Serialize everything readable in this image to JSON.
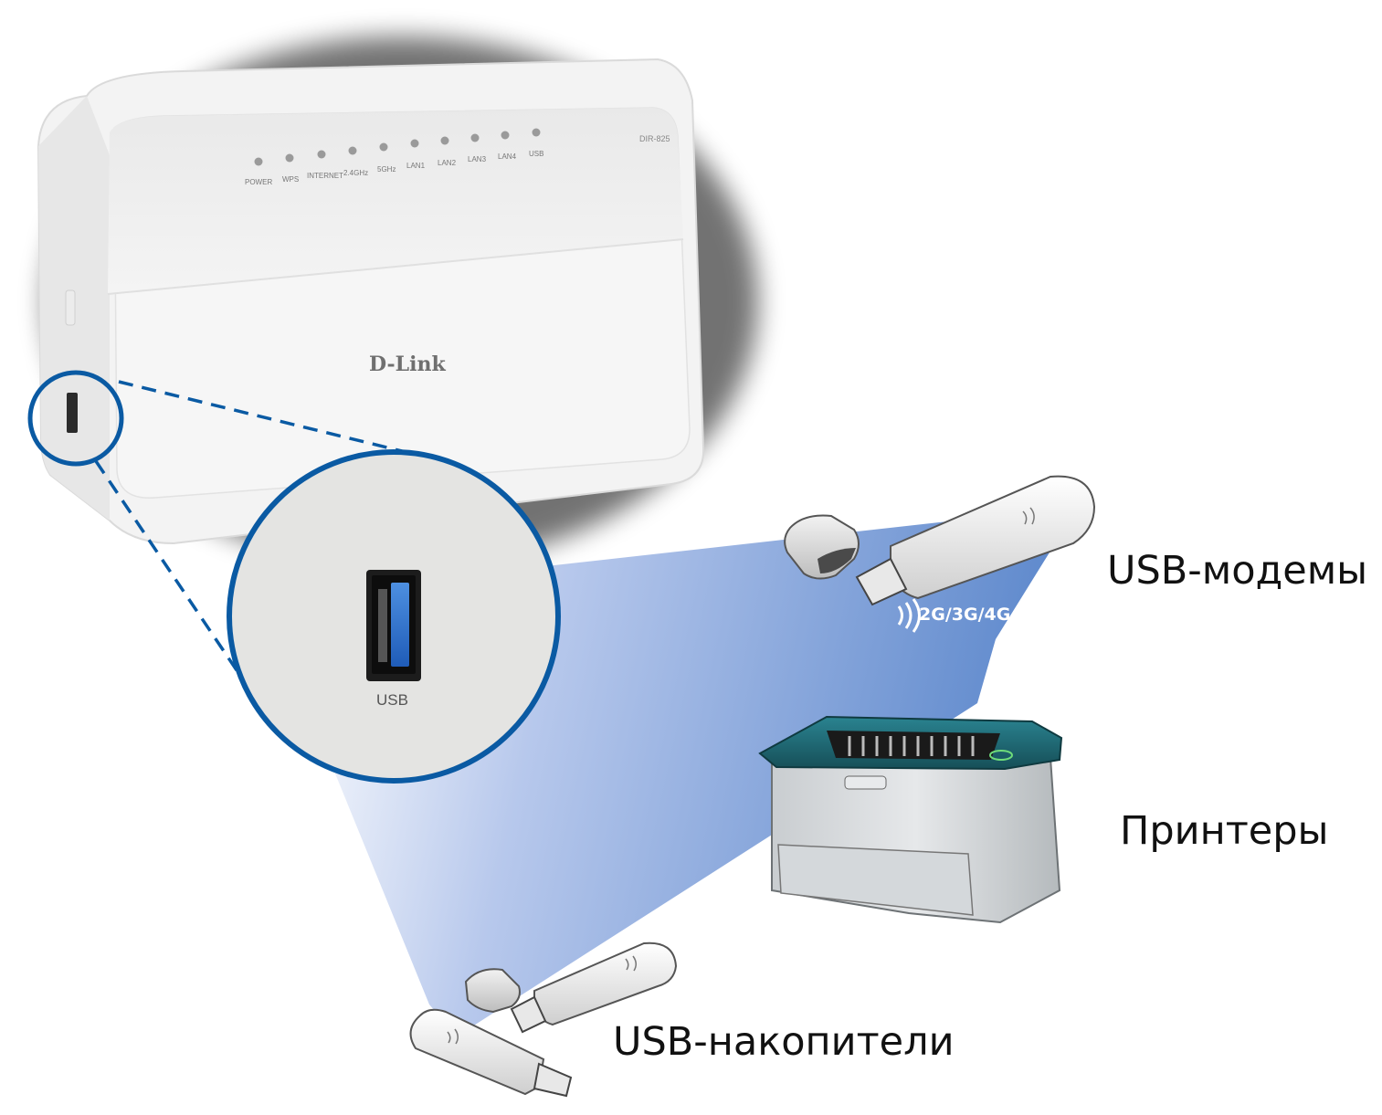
{
  "router": {
    "brand": "D-Link",
    "model": "DIR-825",
    "leds": [
      "POWER",
      "WPS",
      "INTERNET",
      "2.4GHz",
      "5GHz",
      "LAN1",
      "LAN2",
      "LAN3",
      "LAN4",
      "USB"
    ],
    "port_label": "USB"
  },
  "labels": {
    "usb_modems": "USB-модемы",
    "network_types": "2G/3G/4G",
    "printers": "Принтеры",
    "usb_storage": "USB-накопители"
  },
  "colors": {
    "accent_blue": "#0a5aa3",
    "beam_blue": "#5b87cc",
    "printer_teal": "#1d6b78"
  }
}
